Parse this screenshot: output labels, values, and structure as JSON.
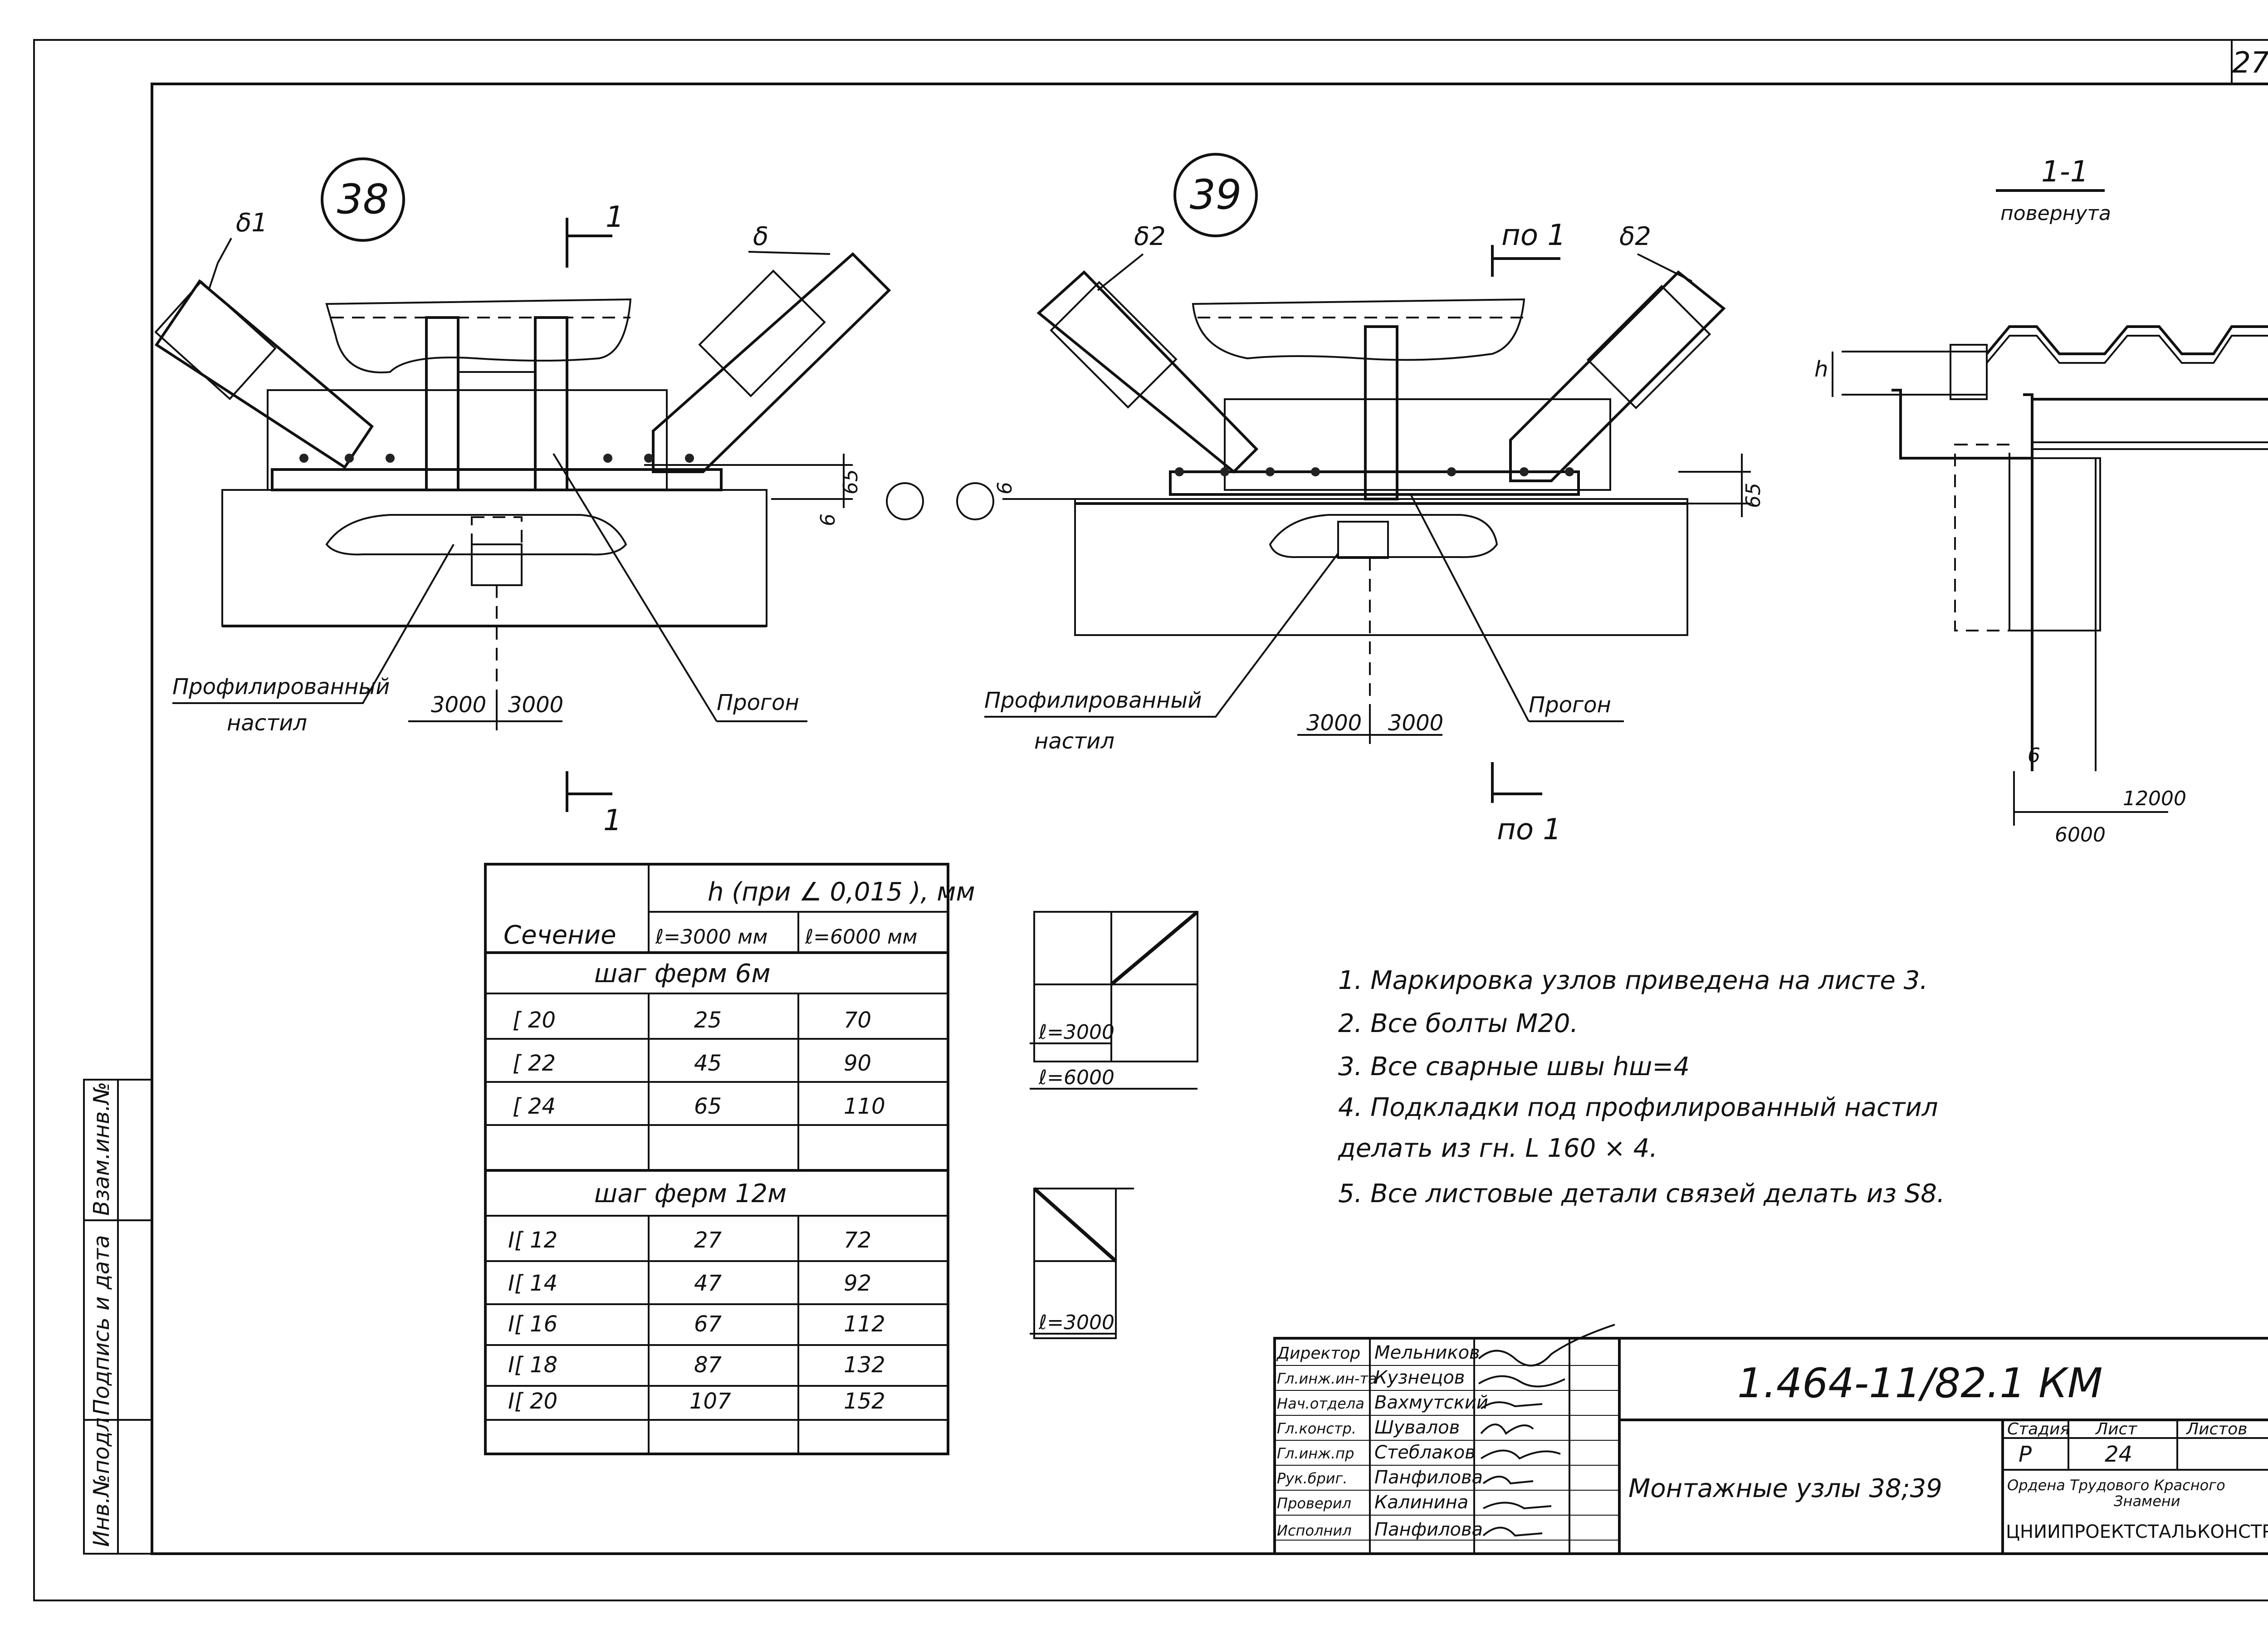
{
  "sheet": {
    "page_number": "27",
    "document_code": "1.464-11/82.1 КМ",
    "drawing_title": "Монтажные узлы 38;39"
  },
  "node_38": {
    "label": "38",
    "delta_left": "δ1",
    "delta_right": "δ",
    "section_mark": "1",
    "dim_65": "65",
    "dim_6": "6",
    "dim_left": "3000",
    "dim_right": "3000",
    "label_deck_line1": "Профилированный",
    "label_deck_line2": "настил",
    "label_purlin": "Прогон"
  },
  "node_39": {
    "label": "39",
    "delta_left": "δ2",
    "delta_right": "δ2",
    "section_mark": "по 1",
    "dim_6": "6",
    "dim_65": "65",
    "dim_left": "3000",
    "dim_right": "3000",
    "label_deck_line1": "Профилированный",
    "label_deck_line2": "настил",
    "label_purlin": "Прогон"
  },
  "section_1_1": {
    "title": "1-1",
    "subtitle": "повернута",
    "h_label": "h",
    "dim_6": "6",
    "dim_12000": "12000",
    "dim_6000": "6000"
  },
  "table": {
    "header_section": "Сечение",
    "header_h": "h (при ∠ 0,015 ), мм",
    "header_l3000": "ℓ=3000 мм",
    "header_l6000": "ℓ=6000 мм",
    "group1_title": "шаг  ферм  6м",
    "group1_rows": [
      {
        "section": "[ 20",
        "l3000": "25",
        "l6000": "70"
      },
      {
        "section": "[ 22",
        "l3000": "45",
        "l6000": "90"
      },
      {
        "section": "[ 24",
        "l3000": "65",
        "l6000": "110"
      }
    ],
    "group2_title": "шаг  ферм  12м",
    "group2_rows": [
      {
        "section": "I[ 12",
        "l3000": "27",
        "l6000": "72"
      },
      {
        "section": "I[ 14",
        "l3000": "47",
        "l6000": "92"
      },
      {
        "section": "I[ 16",
        "l3000": "67",
        "l6000": "112"
      },
      {
        "section": "I[ 18",
        "l3000": "87",
        "l6000": "132"
      },
      {
        "section": "I[ 20",
        "l3000": "107",
        "l6000": "152"
      }
    ]
  },
  "schemes": {
    "scheme1_l1": "ℓ=3000",
    "scheme1_l2": "ℓ=6000",
    "scheme2_l1": "ℓ=3000"
  },
  "notes": [
    "1. Маркировка  узлов  приведена  на  листе  3.",
    "2. Все  болты  М20.",
    "3. Все  сварные  швы  hш=4",
    "4. Подкладки  под  профилированный  настил",
    "    делать  из  гн. L 160 × 4.",
    "5. Все  листовые  детали  связей  делать  из  S8."
  ],
  "side_stamp": {
    "col1": "Инв.№подл",
    "col2": "Подпись и дата",
    "col3": "Взам.инв.№"
  },
  "title_block": {
    "signatures": [
      {
        "role": "Директор",
        "name": "Мельников"
      },
      {
        "role": "Гл.инж.ин-та",
        "name": "Кузнецов"
      },
      {
        "role": "Нач.отдела",
        "name": "Вахмутский"
      },
      {
        "role": "Гл.констр.",
        "name": "Шувалов"
      },
      {
        "role": "Гл.инж.пр",
        "name": "Стеблаков"
      },
      {
        "role": "Рук.бриг.",
        "name": "Панфилова"
      },
      {
        "role": "Проверил",
        "name": "Калинина"
      },
      {
        "role": "Исполнил",
        "name": "Панфилова"
      }
    ],
    "stage_label": "Стадия",
    "sheet_label": "Лист",
    "sheets_label": "Листов",
    "stage_value": "Р",
    "sheet_value": "24",
    "sheets_value": "",
    "org_line1": "Ордена  Трудового  Красного",
    "org_line2": "Знамени",
    "org_line3": "ЦНИИПРОЕКТСТАЛЬКОНСТРУКЦИЯ"
  }
}
